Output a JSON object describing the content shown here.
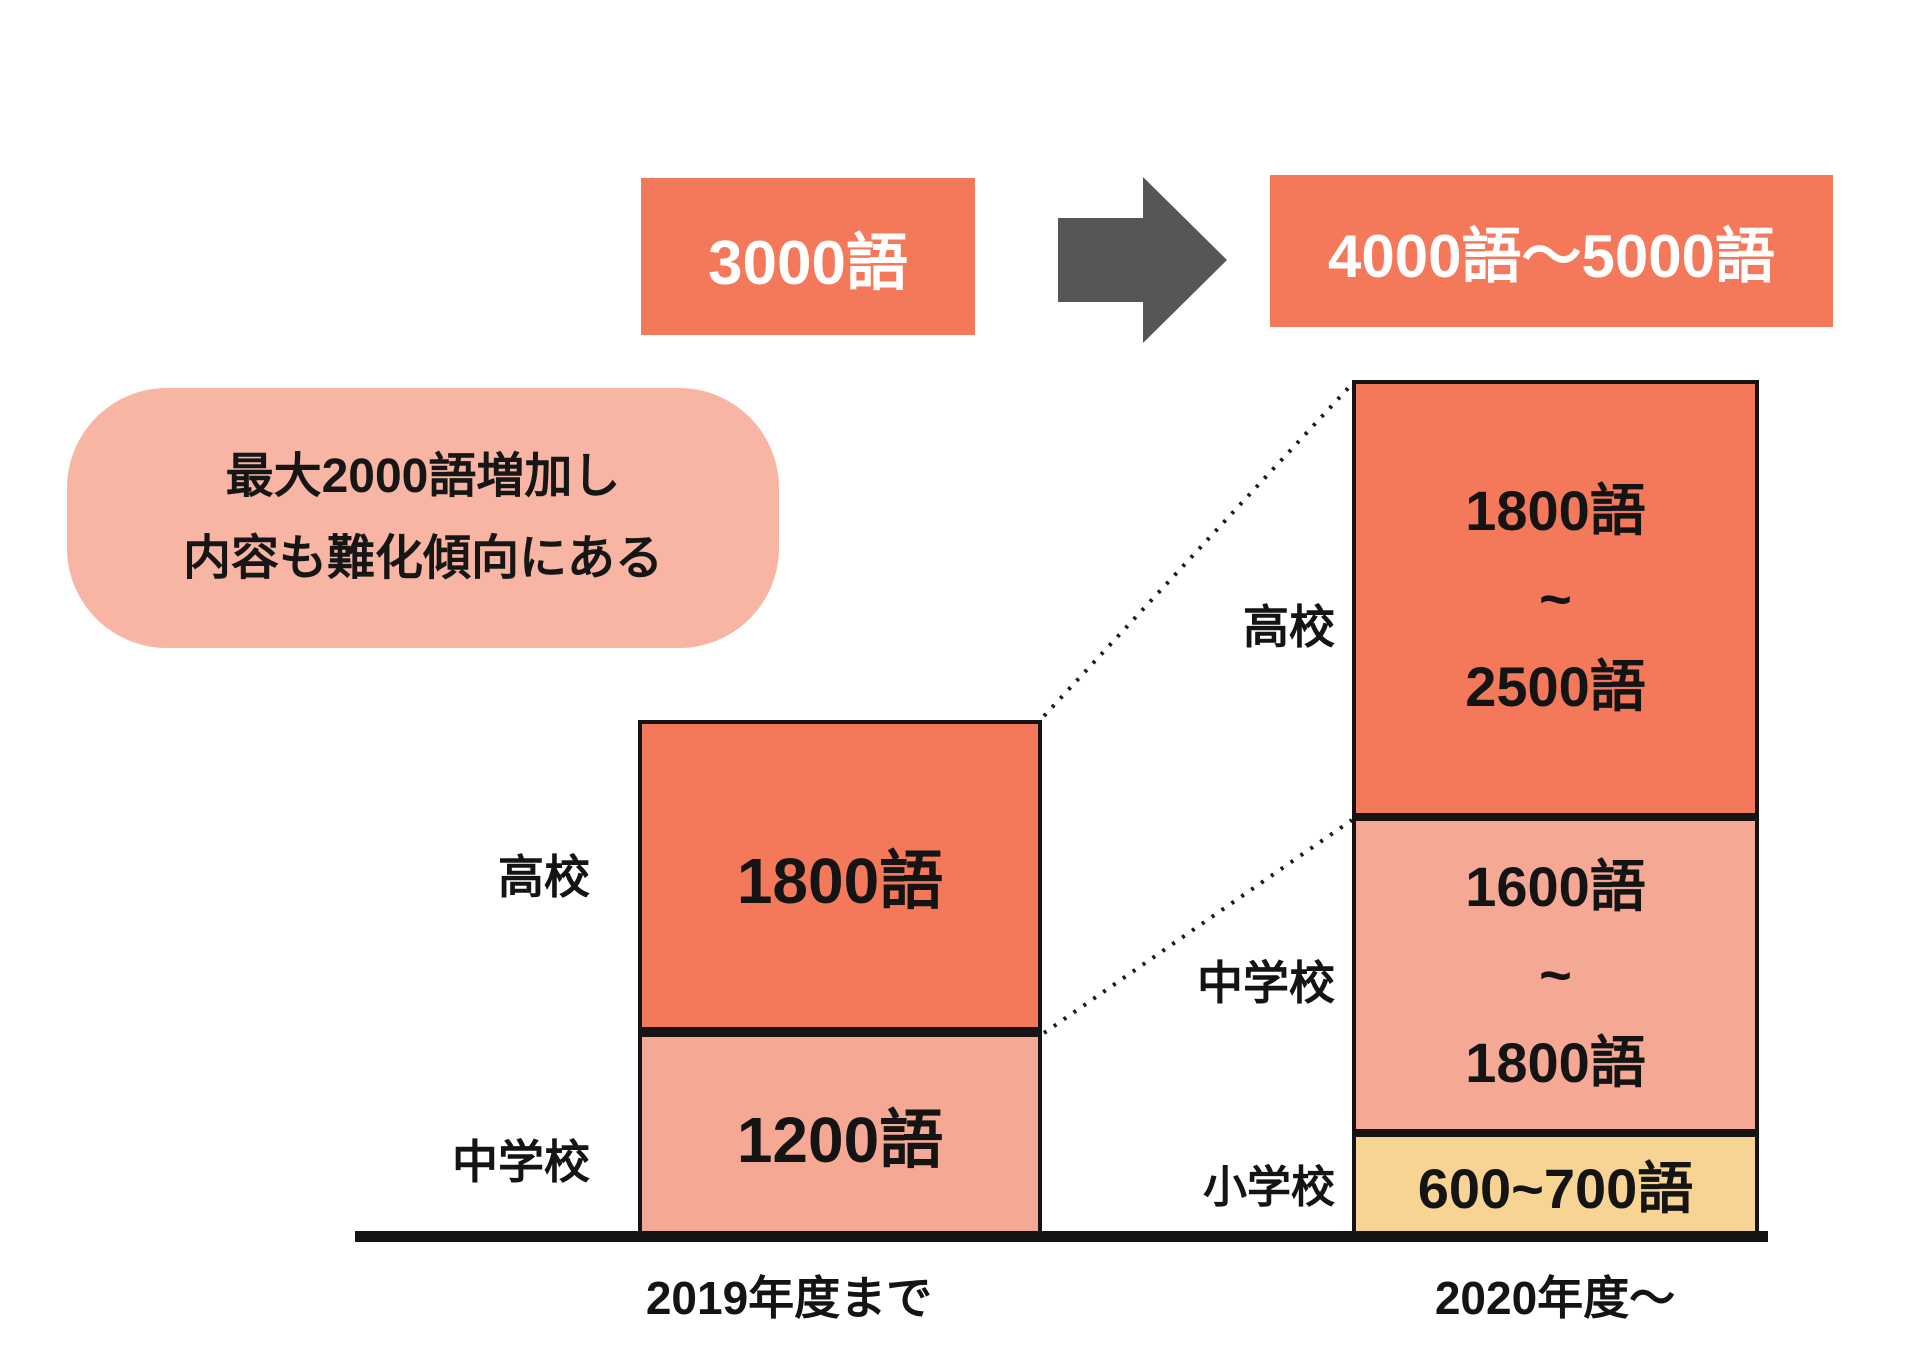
{
  "summary": {
    "before": "3000語",
    "after": "4000語〜5000語"
  },
  "callout": {
    "line1": "最大2000語増加し",
    "line2": "内容も難化傾向にある"
  },
  "bars": {
    "before": {
      "axis_label": "2019年度まで",
      "koukou": {
        "label": "高校",
        "value": "1800語"
      },
      "chuugakkou": {
        "label": "中学校",
        "value": "1200語"
      }
    },
    "after": {
      "axis_label": "2020年度〜",
      "koukou": {
        "label": "高校",
        "line1": "1800語",
        "line2": "~",
        "line3": "2500語"
      },
      "chuugakkou": {
        "label": "中学校",
        "line1": "1600語",
        "line2": "~",
        "line3": "1800語"
      },
      "shougakkou": {
        "label": "小学校",
        "value": "600~700語"
      }
    }
  },
  "colors": {
    "orange": "#F4785A",
    "salmon": "#F5A894",
    "yellow": "#F8D494",
    "callout_pink": "#F8B5A3",
    "arrow_gray": "#565656",
    "line_black": "#141414"
  },
  "icons": {
    "arrow": "arrow-right-icon"
  },
  "chart_data": {
    "type": "bar",
    "stacked": true,
    "title": "",
    "xlabel": "",
    "ylabel": "",
    "legend": "none",
    "axis": "baseline-only",
    "categories": [
      "2019年度まで",
      "2020年度〜"
    ],
    "series": [
      {
        "name": "高校",
        "color": "#F4785A",
        "values": [
          {
            "category": "2019年度まで",
            "min": 1800,
            "max": 1800,
            "label": "1800語"
          },
          {
            "category": "2020年度〜",
            "min": 1800,
            "max": 2500,
            "label": "1800語~2500語"
          }
        ]
      },
      {
        "name": "中学校",
        "color": "#F5A894",
        "values": [
          {
            "category": "2019年度まで",
            "min": 1200,
            "max": 1200,
            "label": "1200語"
          },
          {
            "category": "2020年度〜",
            "min": 1600,
            "max": 1800,
            "label": "1600語~1800語"
          }
        ]
      },
      {
        "name": "小学校",
        "color": "#F8D494",
        "values": [
          {
            "category": "2019年度まで",
            "min": 0,
            "max": 0,
            "label": ""
          },
          {
            "category": "2020年度〜",
            "min": 600,
            "max": 700,
            "label": "600~700語"
          }
        ]
      }
    ],
    "totals": [
      "3000語",
      "4000語〜5000語"
    ],
    "annotation": "最大2000語増加し内容も難化傾向にある"
  }
}
